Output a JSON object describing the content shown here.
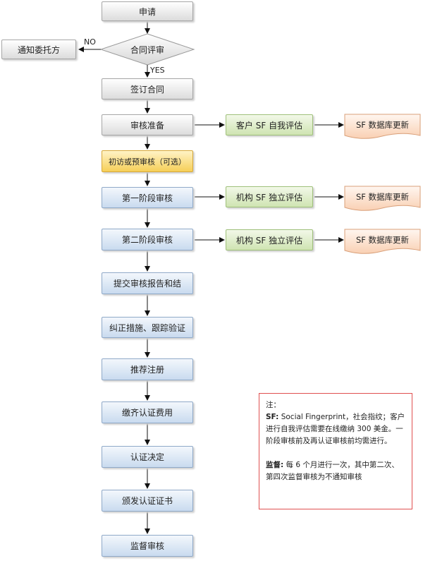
{
  "steps": {
    "apply": "申请",
    "contract_review": "合同评审",
    "notify": "通知委托方",
    "no": "NO",
    "yes": "YES",
    "sign": "签订合同",
    "prepare": "审核准备",
    "initial": "初访或预审核（可选）",
    "stage1": "第一阶段审核",
    "stage2": "第二阶段审核",
    "report": "提交审核报告和结",
    "corrective": "纠正措施、跟踪验证",
    "recommend": "推荐注册",
    "fee": "缴齐认证费用",
    "decision": "认证决定",
    "certificate": "颁发认证证书",
    "surveillance": "监督审核"
  },
  "side": {
    "self_eval": "客户 SF 自我评估",
    "inst_eval_1": "机构 SF 独立评估",
    "inst_eval_2": "机构 SF 独立评估",
    "db_update_1": "SF 数据库更新",
    "db_update_2": "SF 数据库更新",
    "db_update_3": "SF 数据库更新"
  },
  "note": {
    "title": "注：",
    "sf_label": "SF:",
    "sf_text": " Social Fingerprint，社会指纹；客户进行自我评估需要在线缴纳 300 美金。一阶段审核前及再认证审核前均需进行。",
    "sup_label": "监督:",
    "sup_text": " 每 6 个月进行一次，其中第二次、第四次监督审核为不通知审核"
  },
  "colors": {
    "gray": "#dcdcdc",
    "blue": "#c9dbef",
    "yellow": "#f6cf58",
    "green": "#cfe4b2",
    "orange": "#fbd6be",
    "note_border": "#e05050"
  }
}
